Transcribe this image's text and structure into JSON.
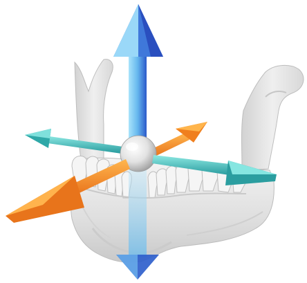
{
  "figure": {
    "subject": "mandible-jaw-bone",
    "control": "3d-rotation-gizmo",
    "pivot": "sphere-handle",
    "arrows": [
      {
        "axis": "vertical",
        "direction": "up",
        "color": "#2f6fd8",
        "light": "#8fd3f5"
      },
      {
        "axis": "vertical",
        "direction": "down",
        "color": "#2f6fd8",
        "light": "#8fd3f5"
      },
      {
        "axis": "horizontal-teal",
        "direction": "left-back",
        "color": "#2fa5a7",
        "light": "#7fe0dc"
      },
      {
        "axis": "horizontal-teal",
        "direction": "right-front",
        "color": "#2fa5a7",
        "light": "#7fe0dc"
      },
      {
        "axis": "horizontal-orange",
        "direction": "left-front",
        "color": "#f07f1e",
        "light": "#ffb14a"
      },
      {
        "axis": "horizontal-orange",
        "direction": "right-back",
        "color": "#f07f1e",
        "light": "#ffb14a"
      }
    ],
    "bone_color": "#e6e6e6",
    "tooth_color": "#f4f4f4"
  }
}
